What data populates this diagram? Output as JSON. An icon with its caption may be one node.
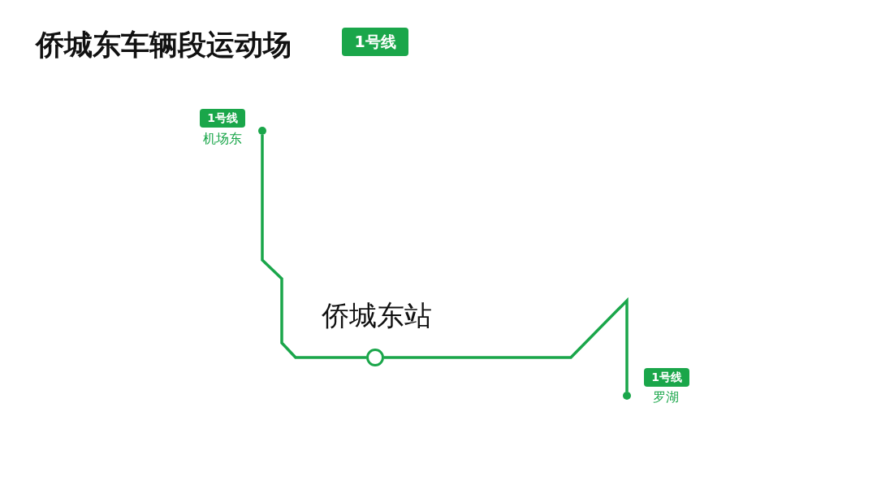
{
  "diagram": {
    "title": "侨城东车辆段运动场",
    "nodes": [
      {
        "text": [],
        "shape": "circle",
        "beside": [
          "1号线",
          "机场东"
        ]
      },
      {
        "text": [],
        "shape": "circle",
        "beside": [
          "侨城东站"
        ]
      },
      {
        "text": [],
        "shape": "circle",
        "beside": [
          "1号线",
          "罗湖"
        ]
      }
    ],
    "edges": [
      {
        "from": 0,
        "to": 1,
        "arrow": "none"
      },
      {
        "from": 1,
        "to": 2,
        "arrow": "none"
      }
    ],
    "labels": [
      "1号线"
    ]
  }
}
